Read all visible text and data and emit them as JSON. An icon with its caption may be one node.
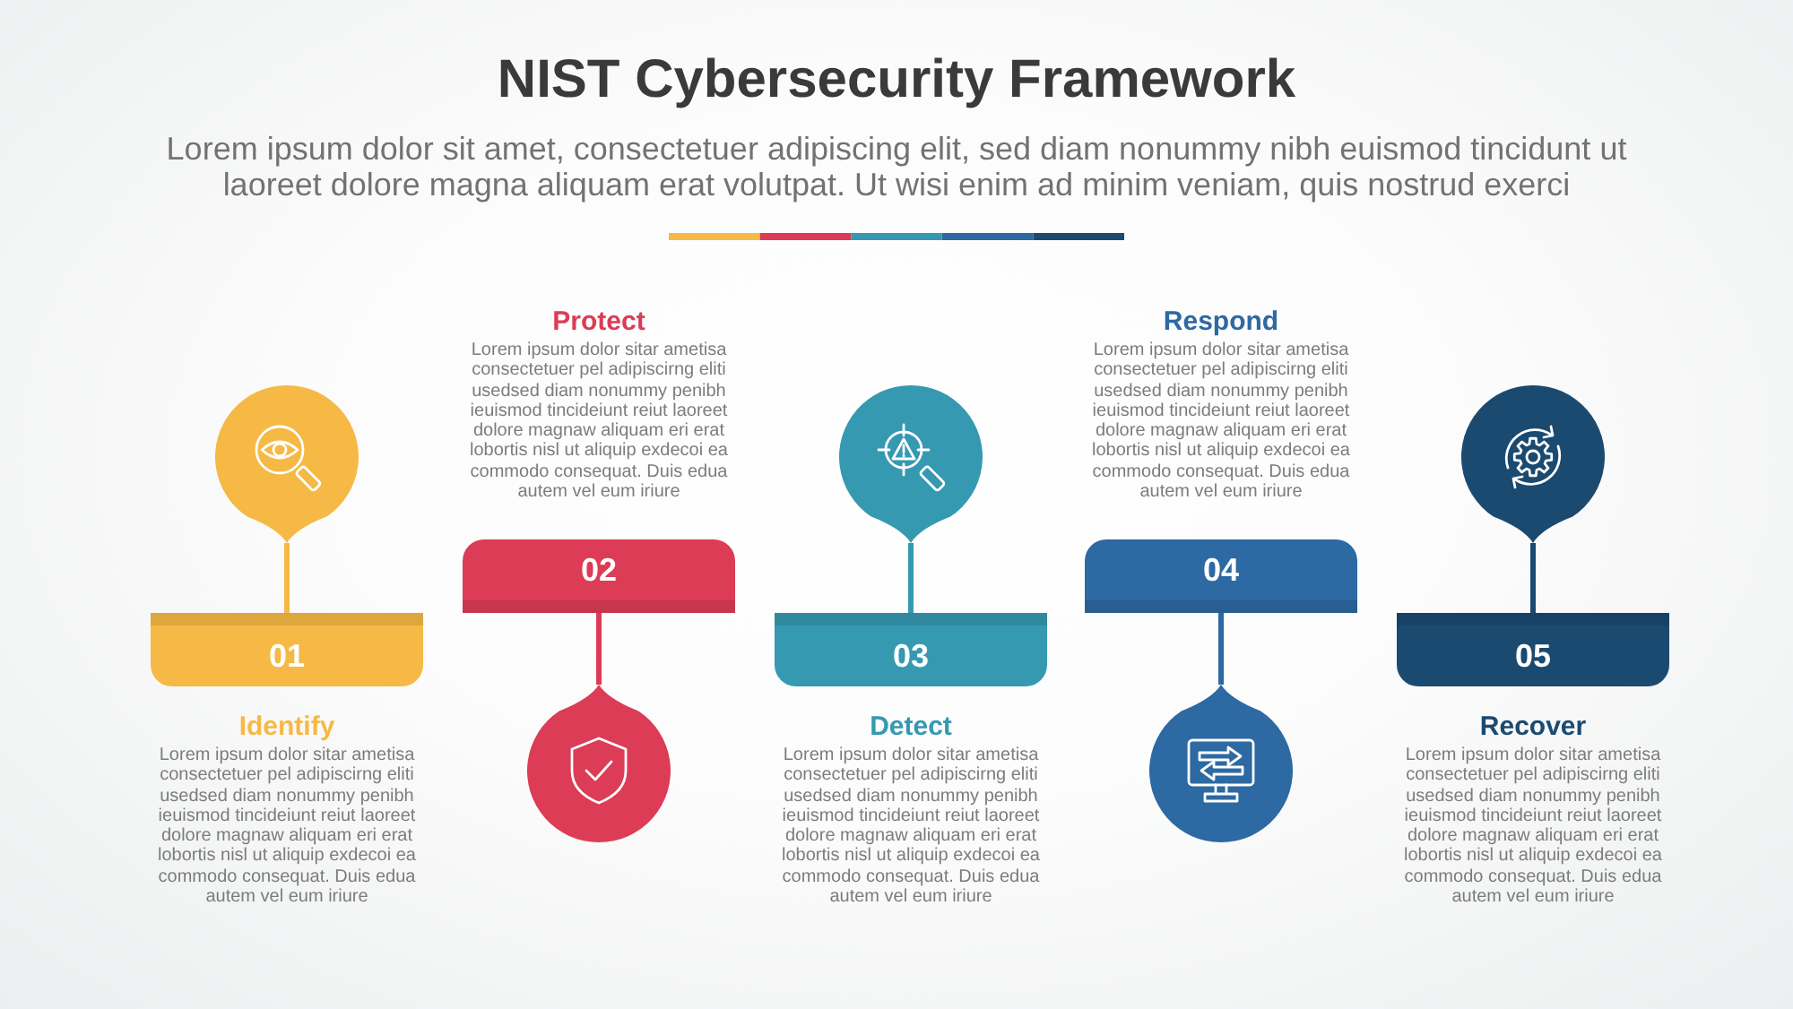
{
  "diagram": {
    "title": "NIST Cybersecurity Framework",
    "nodes": [
      {
        "text": [
          "01"
        ],
        "beside": [
          "Identify",
          "Lorem ipsum dolor sitar ametisa consectetuer pel adipiscirng eliti usedsed diam nonummy penibh ieuismod tincideiunt reiut laoreet dolore magnaw aliquam eri erat lobortis nisl ut aliquip exdecoi ea commodo consequat. Duis edua autem vel eum iriure"
        ]
      },
      {
        "text": [],
        "shape": "pin"
      },
      {
        "text": [
          "02"
        ],
        "beside": [
          "Protect",
          "Lorem ipsum dolor sitar ametisa consectetuer pel adipiscirng eliti usedsed diam nonummy penibh ieuismod tincideiunt reiut laoreet dolore magnaw aliquam eri erat lobortis nisl ut aliquip exdecoi ea commodo consequat. Duis edua autem vel eum iriure"
        ]
      },
      {
        "text": [],
        "shape": "pin"
      },
      {
        "text": [
          "03"
        ],
        "beside": [
          "Detect",
          "Lorem ipsum dolor sitar ametisa consectetuer pel adipiscirng eliti usedsed diam nonummy penibh ieuismod tincideiunt reiut laoreet dolore magnaw aliquam eri erat lobortis nisl ut aliquip exdecoi ea commodo consequat. Duis edua autem vel eum iriure"
        ]
      },
      {
        "text": [],
        "shape": "pin"
      },
      {
        "text": [
          "04"
        ],
        "beside": [
          "Respond",
          "Lorem ipsum dolor sitar ametisa consectetuer pel adipiscirng eliti usedsed diam nonummy penibh ieuismod tincideiunt reiut laoreet dolore magnaw aliquam eri erat lobortis nisl ut aliquip exdecoi ea commodo consequat. Duis edua autem vel eum iriure"
        ]
      },
      {
        "text": [],
        "shape": "pin"
      },
      {
        "text": [
          "05"
        ],
        "beside": [
          "Recover",
          "Lorem ipsum dolor sitar ametisa consectetuer pel adipiscirng eliti usedsed diam nonummy penibh ieuismod tincideiunt reiut laoreet dolore magnaw aliquam eri erat lobortis nisl ut aliquip exdecoi ea commodo consequat. Duis edua autem vel eum iriure"
        ]
      },
      {
        "text": [],
        "shape": "pin"
      }
    ],
    "edges": [
      {
        "from": 1,
        "to": 0,
        "arrow": "none",
        "color": "#f6b945"
      },
      {
        "from": 2,
        "to": 3,
        "arrow": "none",
        "color": "#dc3c55"
      },
      {
        "from": 5,
        "to": 4,
        "arrow": "none",
        "color": "#3599b1"
      },
      {
        "from": 6,
        "to": 7,
        "arrow": "none",
        "color": "#2d69a2"
      },
      {
        "from": 9,
        "to": 8,
        "arrow": "none",
        "color": "#1b4a70"
      }
    ],
    "labels": [
      "Lorem ipsum dolor sit amet, consectetuer adipiscing elit, sed diam nonummy nibh euismod tincidunt ut laoreet dolore magna aliquam erat volutpat. Ut wisi enim ad minim veniam, quis nostrud exerci"
    ]
  }
}
